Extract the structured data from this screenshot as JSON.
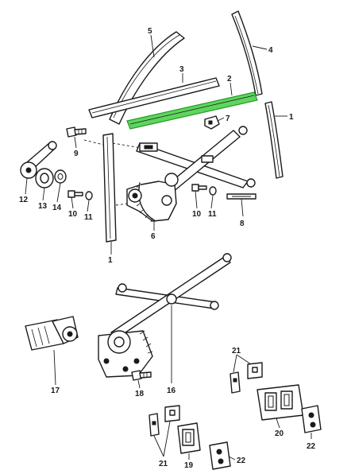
{
  "diagram": {
    "highlight_color": "#5ed65e",
    "highlighted_part": "2",
    "callouts": {
      "c1a": "1",
      "c1b": "1",
      "c2": "2",
      "c3": "3",
      "c4": "4",
      "c5": "5",
      "c6": "6",
      "c7": "7",
      "c8": "8",
      "c9": "9",
      "c10a": "10",
      "c10b": "10",
      "c11a": "11",
      "c11b": "11",
      "c12": "12",
      "c13": "13",
      "c14": "14",
      "c16": "16",
      "c17": "17",
      "c18": "18",
      "c19": "19",
      "c20": "20",
      "c21a": "21",
      "c21b": "21",
      "c22a": "22",
      "c22b": "22"
    }
  }
}
